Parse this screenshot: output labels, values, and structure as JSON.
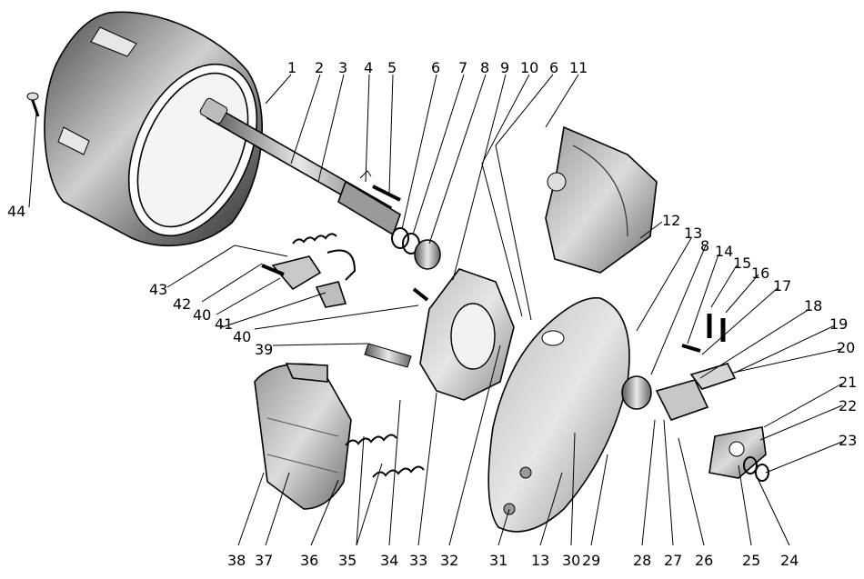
{
  "figure": {
    "kind": "exploded brake assembly drawing",
    "callouts": [
      {
        "id": "c1",
        "text": "1"
      },
      {
        "id": "c2",
        "text": "2"
      },
      {
        "id": "c3",
        "text": "3"
      },
      {
        "id": "c4",
        "text": "4"
      },
      {
        "id": "c5",
        "text": "5"
      },
      {
        "id": "c6a",
        "text": "6"
      },
      {
        "id": "c7",
        "text": "7"
      },
      {
        "id": "c8a",
        "text": "8"
      },
      {
        "id": "c9",
        "text": "9"
      },
      {
        "id": "c10",
        "text": "10"
      },
      {
        "id": "c6b",
        "text": "6"
      },
      {
        "id": "c11",
        "text": "11"
      },
      {
        "id": "c12",
        "text": "12"
      },
      {
        "id": "c13a",
        "text": "13"
      },
      {
        "id": "c8b",
        "text": "8"
      },
      {
        "id": "c14",
        "text": "14"
      },
      {
        "id": "c15",
        "text": "15"
      },
      {
        "id": "c16",
        "text": "16"
      },
      {
        "id": "c17",
        "text": "17"
      },
      {
        "id": "c18",
        "text": "18"
      },
      {
        "id": "c19",
        "text": "19"
      },
      {
        "id": "c20",
        "text": "20"
      },
      {
        "id": "c21",
        "text": "21"
      },
      {
        "id": "c22",
        "text": "22"
      },
      {
        "id": "c23",
        "text": "23"
      },
      {
        "id": "c44",
        "text": "44"
      },
      {
        "id": "c43",
        "text": "43"
      },
      {
        "id": "c42",
        "text": "42"
      },
      {
        "id": "c40a",
        "text": "40"
      },
      {
        "id": "c41",
        "text": "41"
      },
      {
        "id": "c40b",
        "text": "40"
      },
      {
        "id": "c39",
        "text": "39"
      },
      {
        "id": "c38",
        "text": "38"
      },
      {
        "id": "c37",
        "text": "37"
      },
      {
        "id": "c36",
        "text": "36"
      },
      {
        "id": "c35",
        "text": "35"
      },
      {
        "id": "c34",
        "text": "34"
      },
      {
        "id": "c33",
        "text": "33"
      },
      {
        "id": "c32",
        "text": "32"
      },
      {
        "id": "c31",
        "text": "31"
      },
      {
        "id": "c13b",
        "text": "13"
      },
      {
        "id": "c30",
        "text": "30"
      },
      {
        "id": "c29",
        "text": "29"
      },
      {
        "id": "c28",
        "text": "28"
      },
      {
        "id": "c27",
        "text": "27"
      },
      {
        "id": "c26",
        "text": "26"
      },
      {
        "id": "c25",
        "text": "25"
      },
      {
        "id": "c24",
        "text": "24"
      }
    ]
  },
  "colors": {
    "background": "#ffffff",
    "line": "#000000",
    "shade_dark": "#3c3c3c",
    "shade_mid": "#8a8a8a",
    "shade_light": "#cfcfcf"
  }
}
